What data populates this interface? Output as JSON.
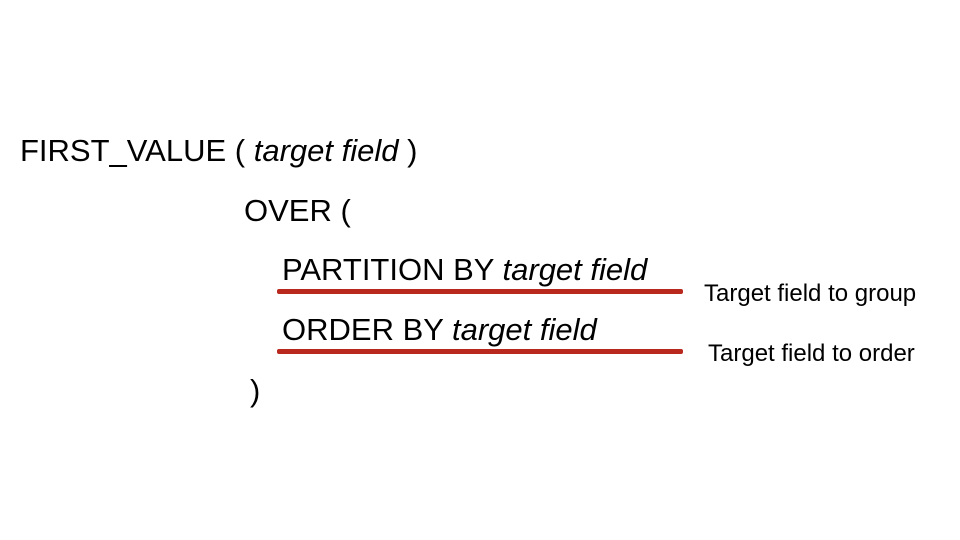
{
  "syntax": {
    "line1": {
      "keyword": "FIRST_VALUE (",
      "arg": "target field",
      "close": ")"
    },
    "line2": {
      "text": "OVER ("
    },
    "line3": {
      "keyword": "PARTITION BY",
      "arg": "target field"
    },
    "line4": {
      "keyword": "ORDER BY",
      "arg": "target field"
    },
    "line5": {
      "text": ")"
    }
  },
  "annotations": {
    "partition_note": "Target field to group",
    "order_note": "Target field to order"
  },
  "colors": {
    "underline": "#b8281c",
    "text": "#000000",
    "background": "#ffffff"
  }
}
